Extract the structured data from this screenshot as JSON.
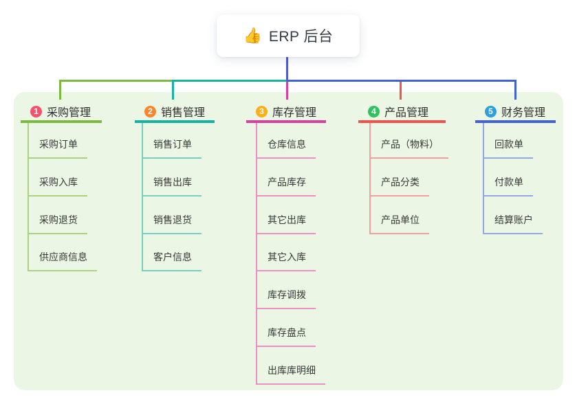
{
  "root": {
    "emoji": "👍",
    "icon": "thumbs-up-icon",
    "label": "ERP 后台"
  },
  "colors": {
    "stem": "#4E5BD4",
    "panel_bg": "#ECF6E5",
    "card_bg": "#FFFFFF",
    "title_text": "#2E2E2E",
    "child_text": "#383838"
  },
  "branches": [
    {
      "num": "1",
      "label": "采购管理",
      "badge_color": "#F4516C",
      "line_color": "#7CB93F",
      "child_line_color": "#A9D17F",
      "children": [
        "采购订单",
        "采购入库",
        "采购退货",
        "供应商信息"
      ]
    },
    {
      "num": "2",
      "label": "销售管理",
      "badge_color": "#F9852F",
      "line_color": "#16B3A5",
      "child_line_color": "#74CEC4",
      "children": [
        "销售订单",
        "销售出库",
        "销售退货",
        "客户信息"
      ]
    },
    {
      "num": "3",
      "label": "库存管理",
      "badge_color": "#FBB017",
      "line_color": "#D83F9E",
      "child_line_color": "#EE8EC6",
      "children": [
        "仓库信息",
        "产品库存",
        "其它出库",
        "其它入库",
        "库存调拨",
        "库存盘点",
        "出库库明细"
      ]
    },
    {
      "num": "4",
      "label": "产品管理",
      "badge_color": "#2EC35D",
      "line_color": "#F2504B",
      "child_line_color": "#F79E9B",
      "children": [
        "产品（物料）",
        "产品分类",
        "产品单位"
      ]
    },
    {
      "num": "5",
      "label": "财务管理",
      "badge_color": "#2D9FDD",
      "line_color": "#4061D8",
      "child_line_color": "#92A7E6",
      "children": [
        "回款单",
        "付款单",
        "结算账户"
      ]
    }
  ]
}
